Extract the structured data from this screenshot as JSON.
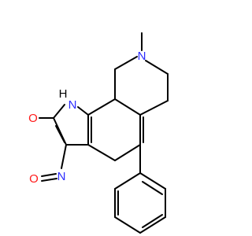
{
  "molecule": {
    "atoms": {
      "nh_h": "H",
      "nh_n": "N",
      "oh_o": "O",
      "ring_n": "N",
      "nitroso_n": "N",
      "nitroso_o": "O"
    },
    "colors": {
      "bond": "#000000",
      "carbon_text": "#000000",
      "nitrogen": "#2b2bff",
      "oxygen": "#ff1a1a",
      "background": "#ffffff"
    }
  }
}
